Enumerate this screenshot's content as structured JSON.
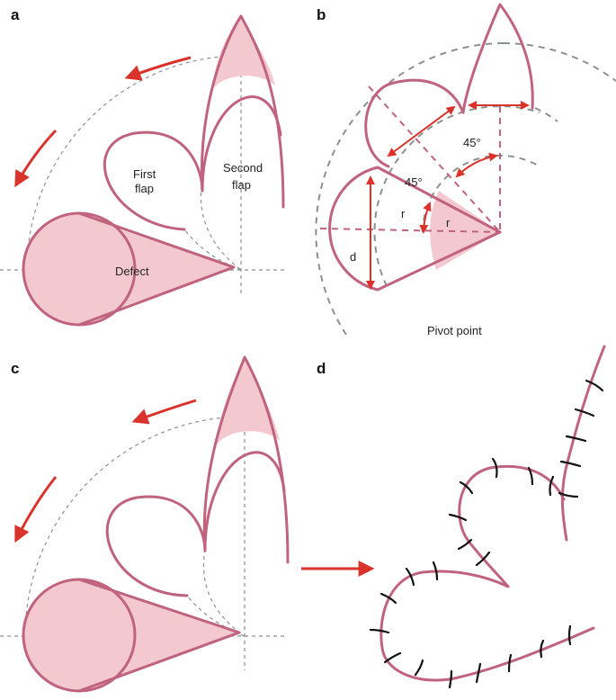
{
  "panels": {
    "a": {
      "letter": "a",
      "labels": {
        "first_flap_line1": "First",
        "first_flap_line2": "flap",
        "second_flap_line1": "Second",
        "second_flap_line2": "flap",
        "defect": "Defect"
      }
    },
    "b": {
      "letter": "b",
      "labels": {
        "angle1": "45°",
        "angle2": "45°",
        "r1": "r",
        "r2": "r",
        "d": "d",
        "pivot": "Pivot point"
      }
    },
    "c": {
      "letter": "c"
    },
    "d": {
      "letter": "d"
    }
  },
  "colors": {
    "outline": "#c0637f",
    "fill": "#f3c9cf",
    "arrow": "#d9332b",
    "guide": "#8a9290",
    "suture": "#111111"
  }
}
